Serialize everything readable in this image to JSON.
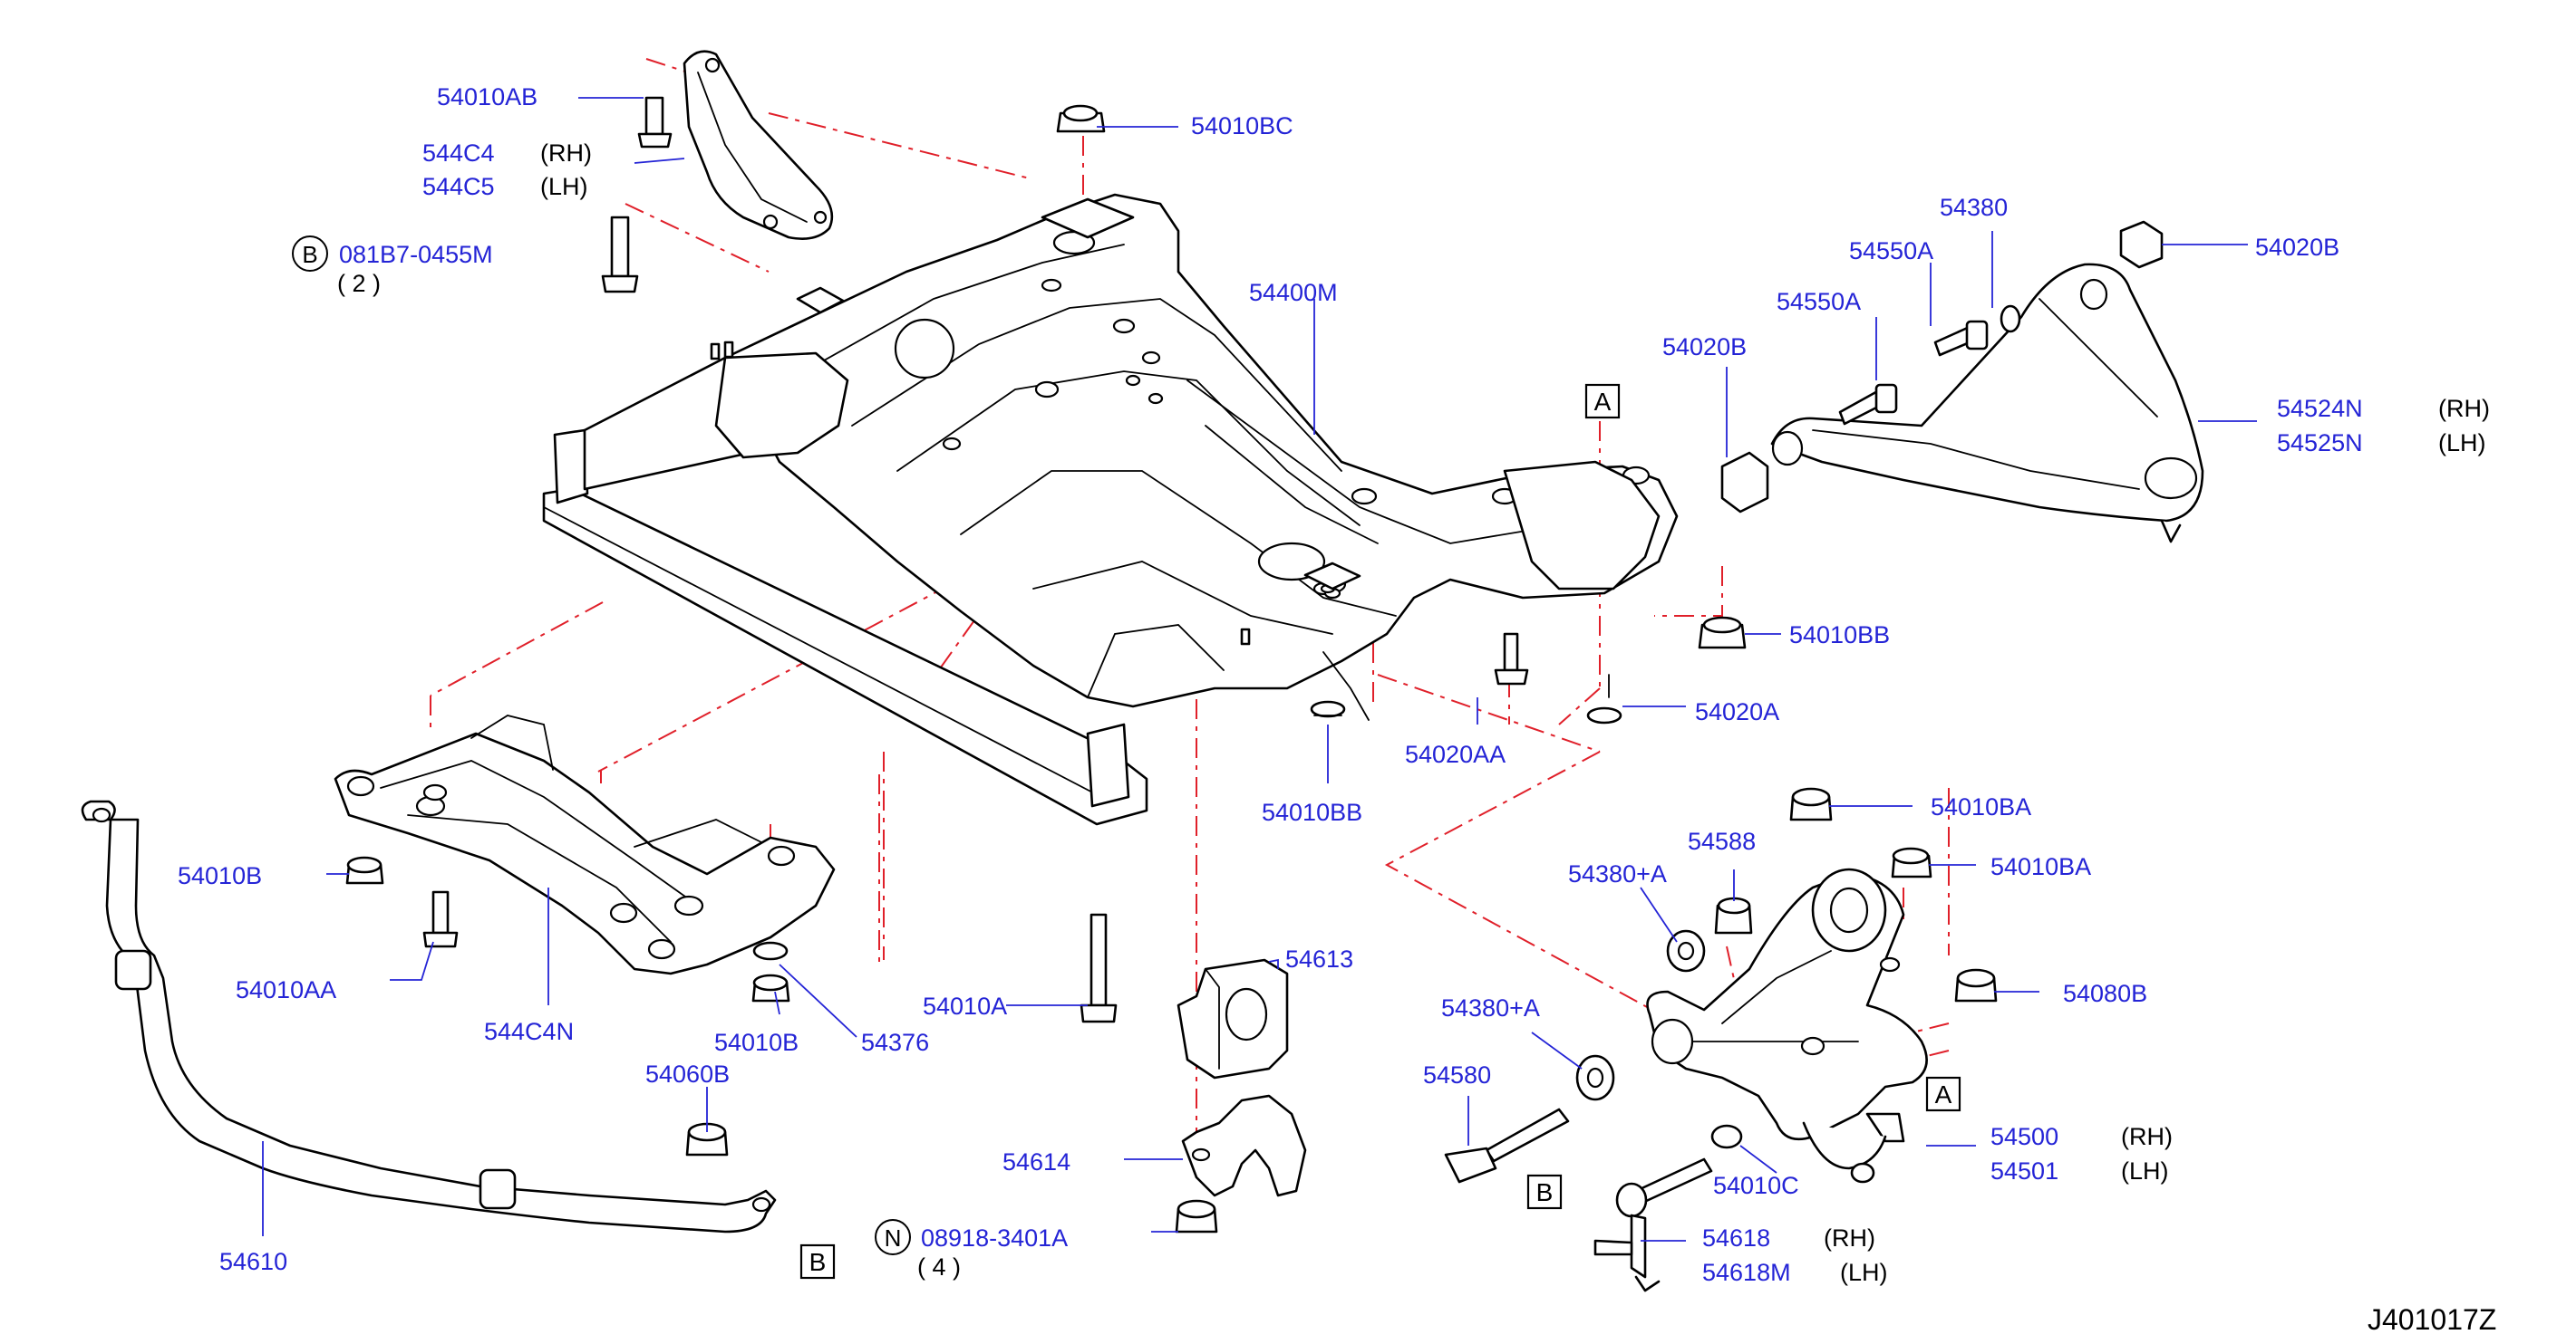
{
  "diagram": {
    "drawing_code": "J401017Z",
    "labels": [
      {
        "id": "bracket_bolt_top",
        "text": "54010AB"
      },
      {
        "id": "bracket_rh",
        "text": "544C4",
        "side": "(RH)"
      },
      {
        "id": "bracket_lh",
        "text": "544C5",
        "side": "(LH)"
      },
      {
        "id": "bolt_b",
        "text": "081B7-0455M",
        "ref": "B",
        "qty": "( 2 )"
      },
      {
        "id": "nut_top",
        "text": "54010BC"
      },
      {
        "id": "member",
        "text": "54400M"
      },
      {
        "id": "stopper_a",
        "text": "54380"
      },
      {
        "id": "bush_upper_r",
        "text": "54020B"
      },
      {
        "id": "bolt_ua1",
        "text": "54550A"
      },
      {
        "id": "bolt_ua2",
        "text": "54550A"
      },
      {
        "id": "bush_upper_l",
        "text": "54020B"
      },
      {
        "id": "upper_arm_rh",
        "text": "54524N",
        "side": "(RH)"
      },
      {
        "id": "upper_arm_lh",
        "text": "54525N",
        "side": "(LH)"
      },
      {
        "id": "nut_bb_r",
        "text": "54010BB"
      },
      {
        "id": "mount_aa",
        "text": "54020AA"
      },
      {
        "id": "mount_a",
        "text": "54020A"
      },
      {
        "id": "nut_bb_c",
        "text": "54010BB"
      },
      {
        "id": "nut_b_l",
        "text": "54010B"
      },
      {
        "id": "bolt_aa",
        "text": "54010AA"
      },
      {
        "id": "sub_member",
        "text": "544C4N"
      },
      {
        "id": "nut_b_c",
        "text": "54010B"
      },
      {
        "id": "washer",
        "text": "54376"
      },
      {
        "id": "bolt_a",
        "text": "54010A"
      },
      {
        "id": "bushing",
        "text": "54613"
      },
      {
        "id": "clamp",
        "text": "54614"
      },
      {
        "id": "nut_n",
        "text": "08918-3401A",
        "ref": "N",
        "qty": "( 4 )"
      },
      {
        "id": "nut_link",
        "text": "54060B"
      },
      {
        "id": "stab_bar",
        "text": "54610"
      },
      {
        "id": "nut_ba1",
        "text": "54010BA"
      },
      {
        "id": "nut_ba2",
        "text": "54010BA"
      },
      {
        "id": "stopper_plus1",
        "text": "54380+A"
      },
      {
        "id": "collar",
        "text": "54588"
      },
      {
        "id": "stopper_plus2",
        "text": "54380+A"
      },
      {
        "id": "bolt_580",
        "text": "54580"
      },
      {
        "id": "nut_080",
        "text": "54080B"
      },
      {
        "id": "lower_arm_rh",
        "text": "54500",
        "side": "(RH)"
      },
      {
        "id": "lower_arm_lh",
        "text": "54501",
        "side": "(LH)"
      },
      {
        "id": "washer_c",
        "text": "54010C"
      },
      {
        "id": "link_rh",
        "text": "54618",
        "side": "(RH)"
      },
      {
        "id": "link_lh",
        "text": "54618M",
        "side": "(LH)"
      }
    ],
    "ref_marks": {
      "a_upper": "A",
      "a_lower": "A",
      "b_stab": "B",
      "b_link": "B"
    }
  }
}
